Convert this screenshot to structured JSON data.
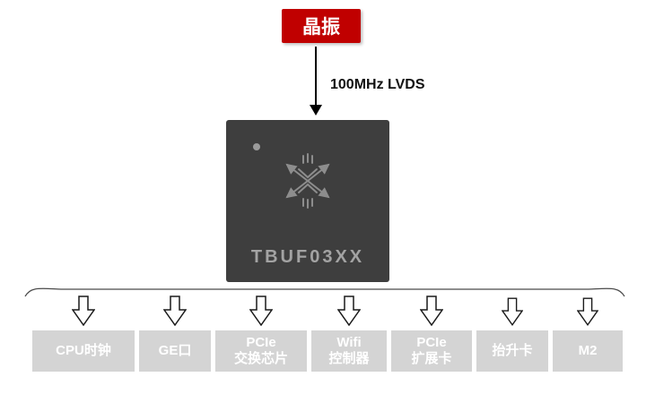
{
  "diagram_title": "clock-buffer-fanout",
  "oscillator": {
    "label": "晶振"
  },
  "signal": {
    "label": "100MHz LVDS"
  },
  "chip": {
    "name": "TBUF03XX"
  },
  "outputs": {
    "items": [
      {
        "label": "CPU时钟"
      },
      {
        "label": "GE口"
      },
      {
        "label": "PCIe\n交换芯片"
      },
      {
        "label": "Wifi\n控制器"
      },
      {
        "label": "PCIe\n扩展卡"
      },
      {
        "label": "抬升卡"
      },
      {
        "label": "M2"
      }
    ]
  },
  "colors": {
    "oscillator_bg": "#C00000",
    "oscillator_text": "#FFFFFF",
    "chip_bg": "#3E3E3E",
    "chip_text": "#A3A3A3",
    "output_box_bg": "#D4D4D4",
    "output_box_text": "#FFFFFF",
    "connector": "#000000"
  }
}
